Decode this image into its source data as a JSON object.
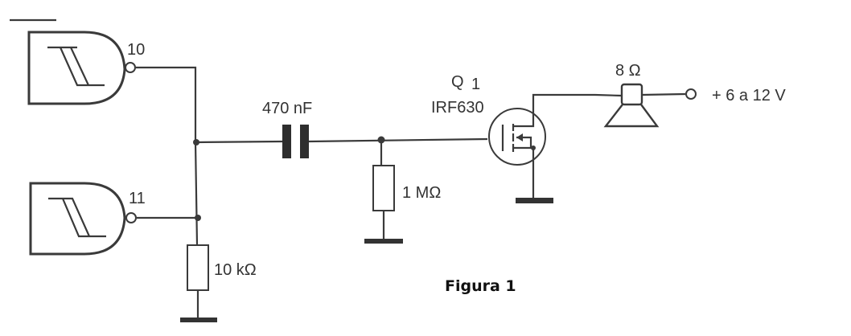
{
  "figure": {
    "caption": "Figura 1",
    "colors": {
      "line": "#3a3a3a",
      "background": "#ffffff",
      "caption": "#111111"
    }
  },
  "components": {
    "gate_top": {
      "type": "schmitt-trigger-nand",
      "pin_label": "10"
    },
    "gate_bottom": {
      "type": "schmitt-trigger-nand",
      "pin_label": "11"
    },
    "capacitor": {
      "label": "470 nF"
    },
    "resistor_gate": {
      "label": "1 MΩ"
    },
    "resistor_pulldown": {
      "label": "10 kΩ"
    },
    "transistor": {
      "designator": "Q",
      "subscript": "1",
      "part": "IRF630"
    },
    "speaker": {
      "label": "8 Ω"
    },
    "supply": {
      "label": "+ 6 a 12 V"
    }
  }
}
